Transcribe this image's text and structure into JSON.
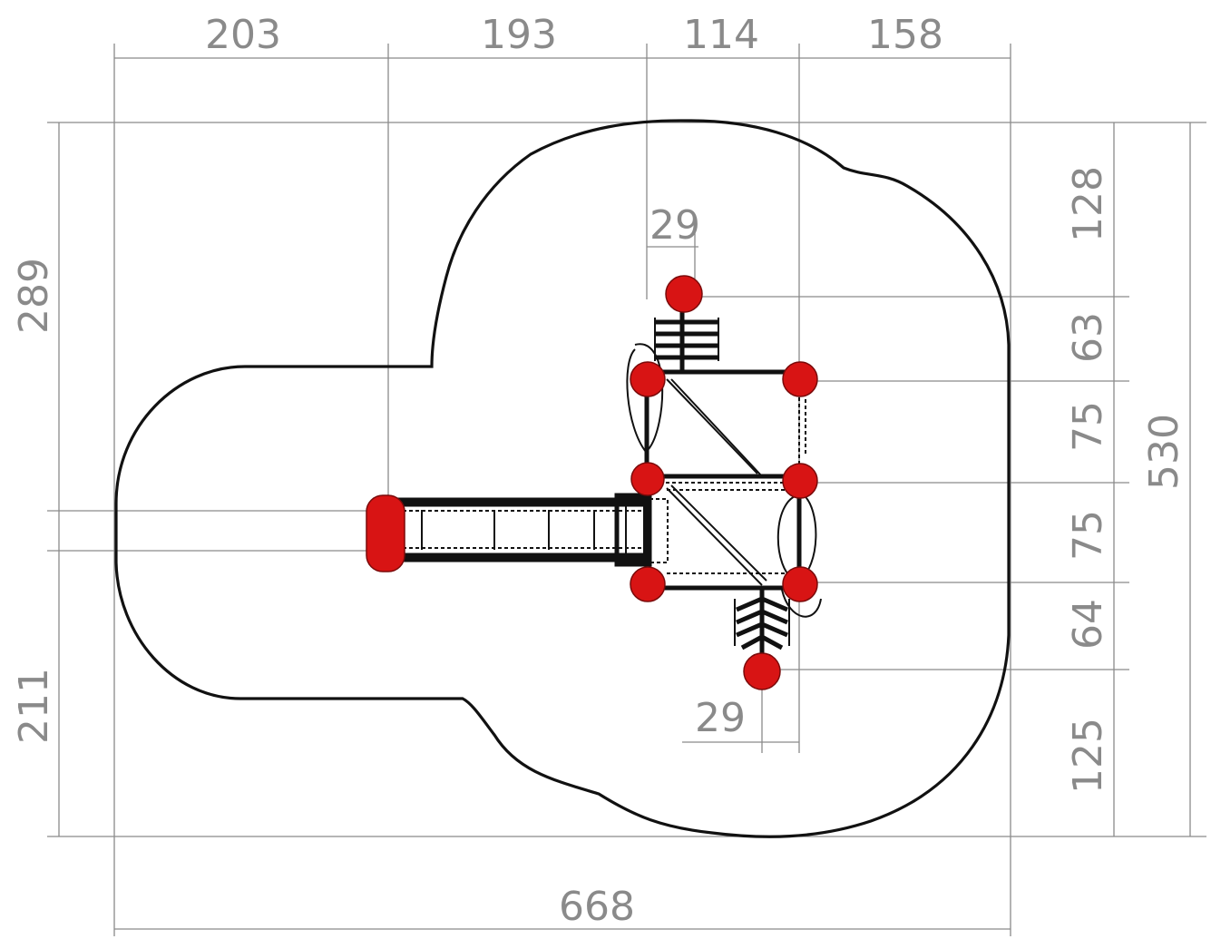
{
  "colors": {
    "dimension": "#8a8a8a",
    "outline": "#111111",
    "post": "#d81414",
    "background": "#ffffff"
  },
  "dimensions": {
    "top": [
      "203",
      "193",
      "114",
      "158"
    ],
    "overall_width": "668",
    "left_top": "289",
    "left_bottom": "211",
    "right": [
      "128",
      "63",
      "75",
      "75",
      "64",
      "125"
    ],
    "overall_height": "530",
    "offset_top": "29",
    "offset_bottom": "29"
  }
}
